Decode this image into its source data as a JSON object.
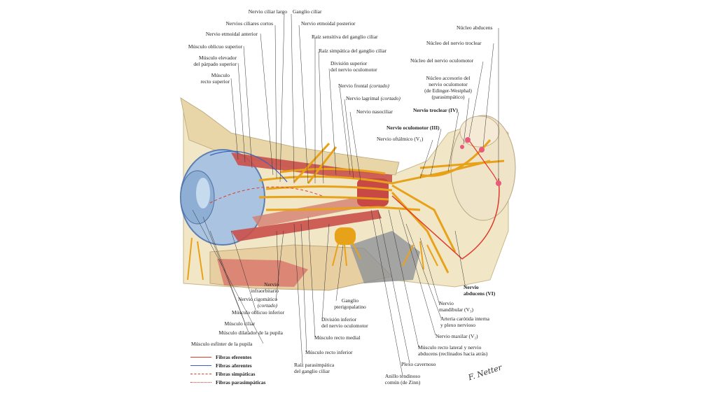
{
  "labels": {
    "nervio_ciliar_largo": "Nervio ciliar largo",
    "ganglio_ciliar": "Ganglio ciliar",
    "nervios_ciliares_cortos": "Nervios ciliares cortos",
    "nervio_etmoidal_posterior": "Nervio etmoidal posterior",
    "nervio_etmoidal_anterior": "Nervio etmoidal anterior",
    "raiz_sensitiva": "Raíz sensitiva del ganglio ciliar",
    "musculo_oblicuo_superior": "Músculo oblicuo superior",
    "raiz_simpatica": "Raíz simpática del ganglio ciliar",
    "musculo_elevador_1": "Músculo elevador",
    "musculo_elevador_2": "del párpado superior",
    "division_superior_1": "División superior",
    "division_superior_2": "del nervio oculomotor",
    "musculo_recto_superior_1": "Músculo",
    "musculo_recto_superior_2": "recto superior",
    "nervio_frontal": "Nervio frontal",
    "nervio_frontal_note": "(cortado)",
    "nervio_lagrimal": "Nervio lagrimal",
    "nervio_lagrimal_note": "(cortado)",
    "nervio_nasociliar": "Nervio nasociliar",
    "nucleo_abducens": "Núcleo abducens",
    "nucleo_troclear": "Núcleo del nervio troclear",
    "nucleo_oculomotor": "Núcleo del nervio oculomotor",
    "nucleo_accesorio_1": "Núcleo accesorio del",
    "nucleo_accesorio_2": "nervio oculomotor",
    "nucleo_accesorio_3": "(de Edinger-Westphal)",
    "nucleo_accesorio_4": "(parasimpático)",
    "nervio_troclear": "Nervio troclear (IV)",
    "nervio_oculomotor": "Nervio oculomotor (III)",
    "nervio_oftalmico": "Nervio oftálmico (V₁)",
    "nervio_abducens_1": "Nervio",
    "nervio_abducens_2": "abducens (VI)",
    "nervio_mandibular_1": "Nervio",
    "nervio_mandibular_2": "mandibular (V₃)",
    "arteria_carotida_1": "Arteria carótida interna",
    "arteria_carotida_2": "y plexo nervioso",
    "nervio_maxilar": "Nervio maxilar (V₂)",
    "recto_lateral_1": "Músculo recto lateral y nervio",
    "recto_lateral_2": "abducens (reclinados hacia atrás)",
    "plexo_cavernoso": "Plexo cavernoso",
    "anillo_1": "Anillo tendinoso",
    "anillo_2": "común (de Zinn)",
    "nervio_infraorbitario_1": "Nervio",
    "nervio_infraorbitario_2": "infraorbitario",
    "nervio_cigomatico_1": "Nervio cigomático",
    "nervio_cigomatico_2": "(cortado)",
    "ganglio_pterigopalatino_1": "Ganglio",
    "ganglio_pterigopalatino_2": "pterigopalatino",
    "musculo_oblicuo_inferior": "Músculo oblicuo inferior",
    "division_inferior_1": "División inferior",
    "division_inferior_2": "del nervio oculomotor",
    "musculo_ciliar": "Músculo ciliar",
    "musculo_dilatador": "Músculo dilatador de la pupila",
    "musculo_recto_medial": "Músculo recto medial",
    "musculo_esfinter": "Músculo esfínter de la pupila",
    "musculo_recto_inferior": "Músculo recto inferior",
    "raiz_parasimpatica_1": "Raíz parasimpática",
    "raiz_parasimpatica_2": "del ganglio ciliar"
  },
  "legend": [
    {
      "label": "Fibras eferentes",
      "color": "#e03a2a",
      "style": "solid"
    },
    {
      "label": "Fibras aferentes",
      "color": "#3b63c4",
      "style": "solid"
    },
    {
      "label": "Fibras simpáticas",
      "color": "#e03a2a",
      "style": "dashed"
    },
    {
      "label": "Fibras parasimpáticas",
      "color": "#e03a2a",
      "style": "dotted"
    }
  ],
  "colors": {
    "nerve": "#e8a21a",
    "muscle": "#c9504a",
    "bone": "#f1e6c6",
    "eyeball": "#a9c3e0",
    "efferent": "#e03a2a",
    "afferent": "#3b63c4"
  },
  "signature": "F. Netter"
}
